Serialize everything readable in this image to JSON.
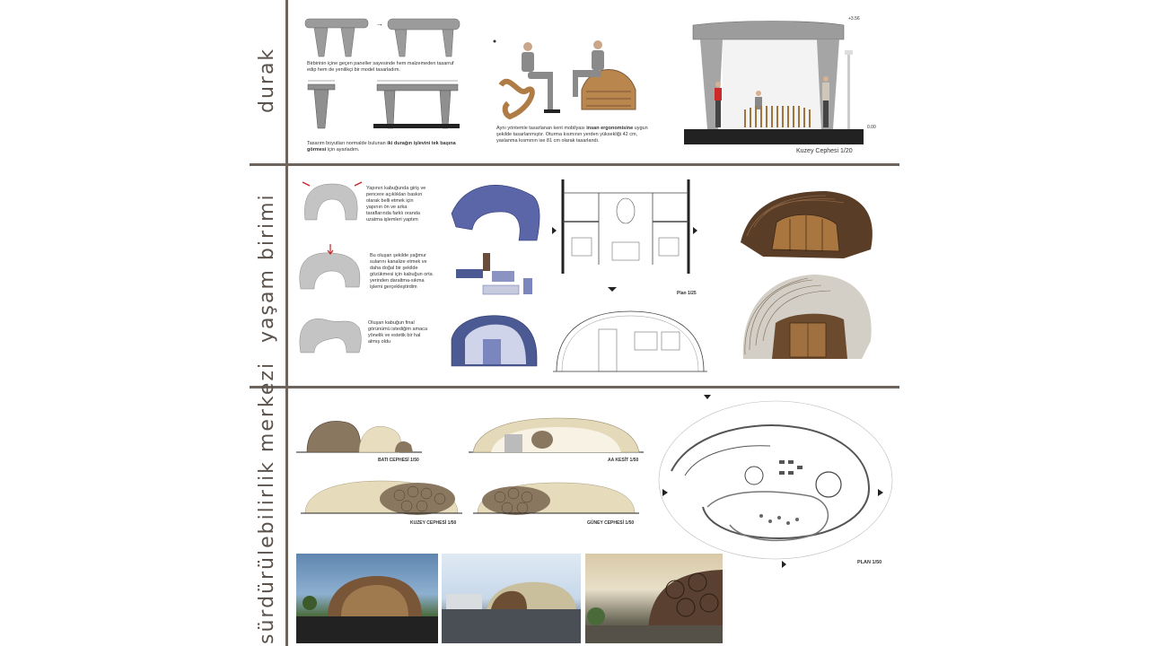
{
  "sections": {
    "durak": {
      "title": "durak",
      "text1": "Birbirinin içine geçen paneller sayesinde hem malzemeden tasarruf edip hem de yenilikçi bir model tasarladım.",
      "text2_plain": "Tasarım boyutları normalde bulunan ",
      "text2_bold": "iki durağın işlevini tek başına görmesi",
      "text2_end": " için ayarladım.",
      "text3_plain": "Aynı yöntemle tasarlanan kent mobilyası ",
      "text3_bold": "insan ergonomisine",
      "text3_end": " uygun şekilde tasarlanmıştır. Oturma kısmının yerden yüksekliği 42 cm, yaslanma kısmının ise 81 cm olarak tasarlandı.",
      "elev_top": "+3.56",
      "elev_bottom": "0.00",
      "elevation_caption": "Kuzey Cephesi 1/20"
    },
    "yasam": {
      "title": "yaşam birimi",
      "step1": "Yapının kabuğunda giriş ve pencere açıklıkları baskın olarak belli etmek için yapının ön ve arka taraflarında farklı oranda uzatma işlemleri yaptım",
      "step2": "Bu oluşan şekilde yağmur sularını kanalize etmek ve daha doğal bir şekilde gözükmesi için kabuğun orta yerinden daraltma-sıkma işlemi gerçekleştirdim",
      "step3": "Oluşan kabuğun final görünümü istediğim amaca yönelik ve estetik bir hal almış oldu",
      "plan_caption": "Plan 1/25"
    },
    "surdurulebilirlik": {
      "title": "sürdürülebilirlik merkezi",
      "bati": "BATI CEPHESİ 1/50",
      "aa": "AA KESİT 1/50",
      "kuzey": "KUZEY CEPHESİ 1/50",
      "guney": "GÜNEY CEPHESİ 1/50",
      "plan": "PLAN 1/50"
    }
  },
  "colors": {
    "divider": "#6d645e",
    "label": "#5b524c",
    "wood": "#7a5638",
    "shell": "#d8cba8"
  }
}
